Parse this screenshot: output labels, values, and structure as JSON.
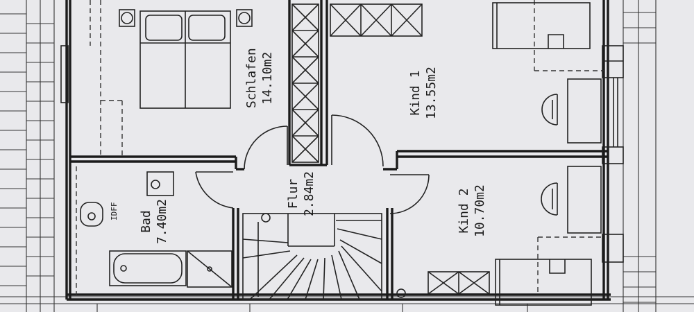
{
  "rooms": {
    "schlafen": {
      "name": "Schlafen",
      "area": "14.10m2"
    },
    "kind1": {
      "name": "Kind 1",
      "area": "13.55m2"
    },
    "kind2": {
      "name": "Kind 2",
      "area": "10.70m2"
    },
    "flur": {
      "name": "Flur",
      "area": "2.84m2"
    },
    "bad": {
      "name": "Bad",
      "area": "7.40m2"
    }
  },
  "annotations": {
    "wc": "IDFF"
  },
  "colors": {
    "paper": "#e9e9ec",
    "ink": "#1b1b1b"
  }
}
